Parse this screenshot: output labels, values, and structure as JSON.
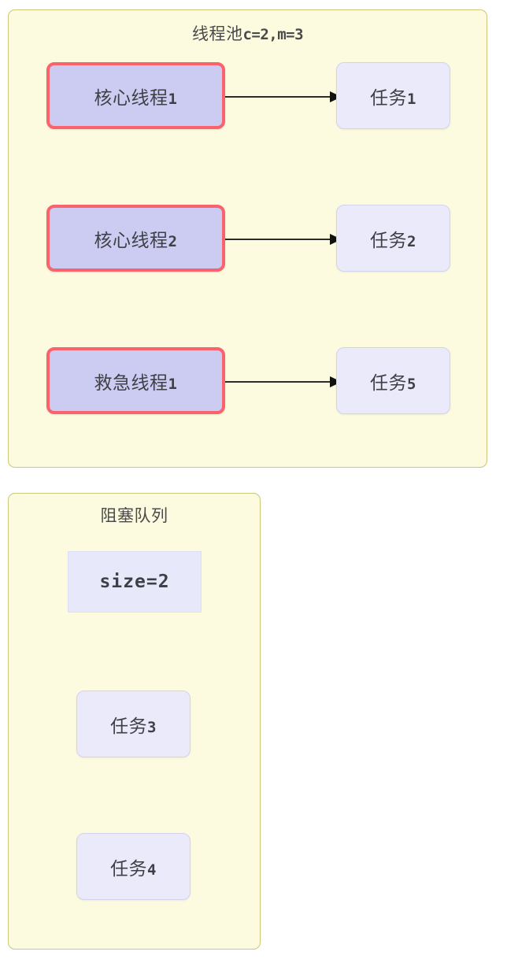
{
  "diagram": {
    "type": "thread-pool-flow-diagram",
    "background_color": "#ffffff"
  },
  "thread_pool": {
    "title_cjk": "线程池",
    "title_params": "c=2,m=3",
    "container_fill": "#fdfbdf",
    "container_border": "#c9c77a",
    "thread_box_fill": "#ccccf2",
    "thread_box_border": "#f9636e",
    "task_box_fill": "#eaeafb",
    "task_box_border": "#d3d3ee",
    "rows": [
      {
        "thread_cjk": "核心线程",
        "thread_num": "1",
        "task_cjk": "任务",
        "task_num": "1",
        "arrow": "arrow-right"
      },
      {
        "thread_cjk": "核心线程",
        "thread_num": "2",
        "task_cjk": "任务",
        "task_num": "2",
        "arrow": "arrow-right"
      },
      {
        "thread_cjk": "救急线程",
        "thread_num": "1",
        "task_cjk": "任务",
        "task_num": "5",
        "arrow": "arrow-right"
      }
    ]
  },
  "blocking_queue": {
    "title": "阻塞队列",
    "container_fill": "#fdfbdf",
    "container_border": "#c9c77a",
    "size_label": "size=2",
    "items": [
      {
        "cjk": "任务",
        "num": "3"
      },
      {
        "cjk": "任务",
        "num": "4"
      }
    ]
  }
}
